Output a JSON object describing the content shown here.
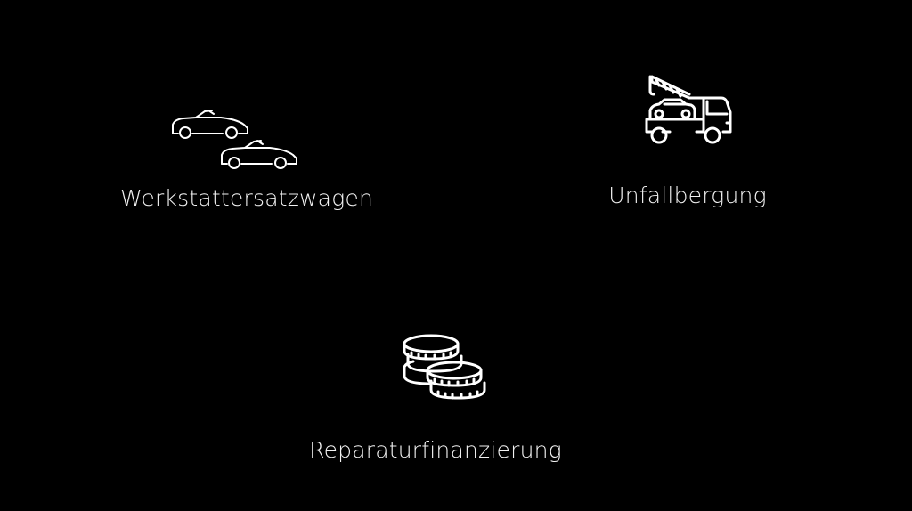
{
  "background_color": "#000000",
  "text_color": "#ffffff",
  "services": [
    {
      "label": "Werkstattersatzwagen",
      "icon": "two-cars-icon"
    },
    {
      "label": "Unfallbergung",
      "icon": "tow-truck-icon"
    },
    {
      "label": "Reparaturfinanzierung",
      "icon": "coin-stacks-icon"
    }
  ]
}
